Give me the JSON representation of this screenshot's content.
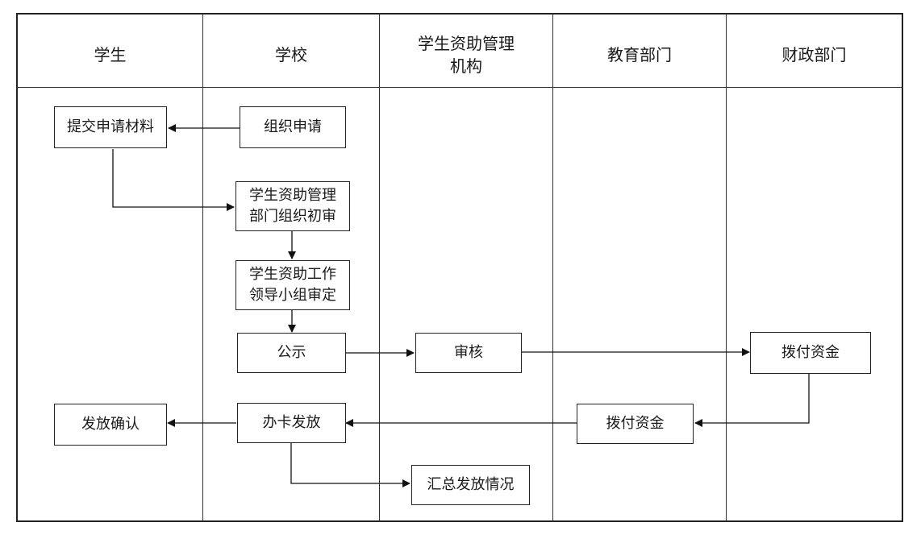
{
  "lanes": [
    {
      "label": "学生"
    },
    {
      "label": "学校"
    },
    {
      "label": "学生资助管理\n机构"
    },
    {
      "label": "教育部门"
    },
    {
      "label": "财政部门"
    }
  ],
  "nodes": {
    "submit": "提交申请材料",
    "organize": "组织申请",
    "initial_review": "学生资助管理\n部门组织初审",
    "leader_review": "学生资助工作\n领导小组审定",
    "publicize": "公示",
    "audit": "审核",
    "finance_allocate": "拨付资金",
    "edu_allocate": "拨付资金",
    "issue_card": "办卡发放",
    "confirm": "发放确认",
    "summary": "汇总发放情况"
  }
}
